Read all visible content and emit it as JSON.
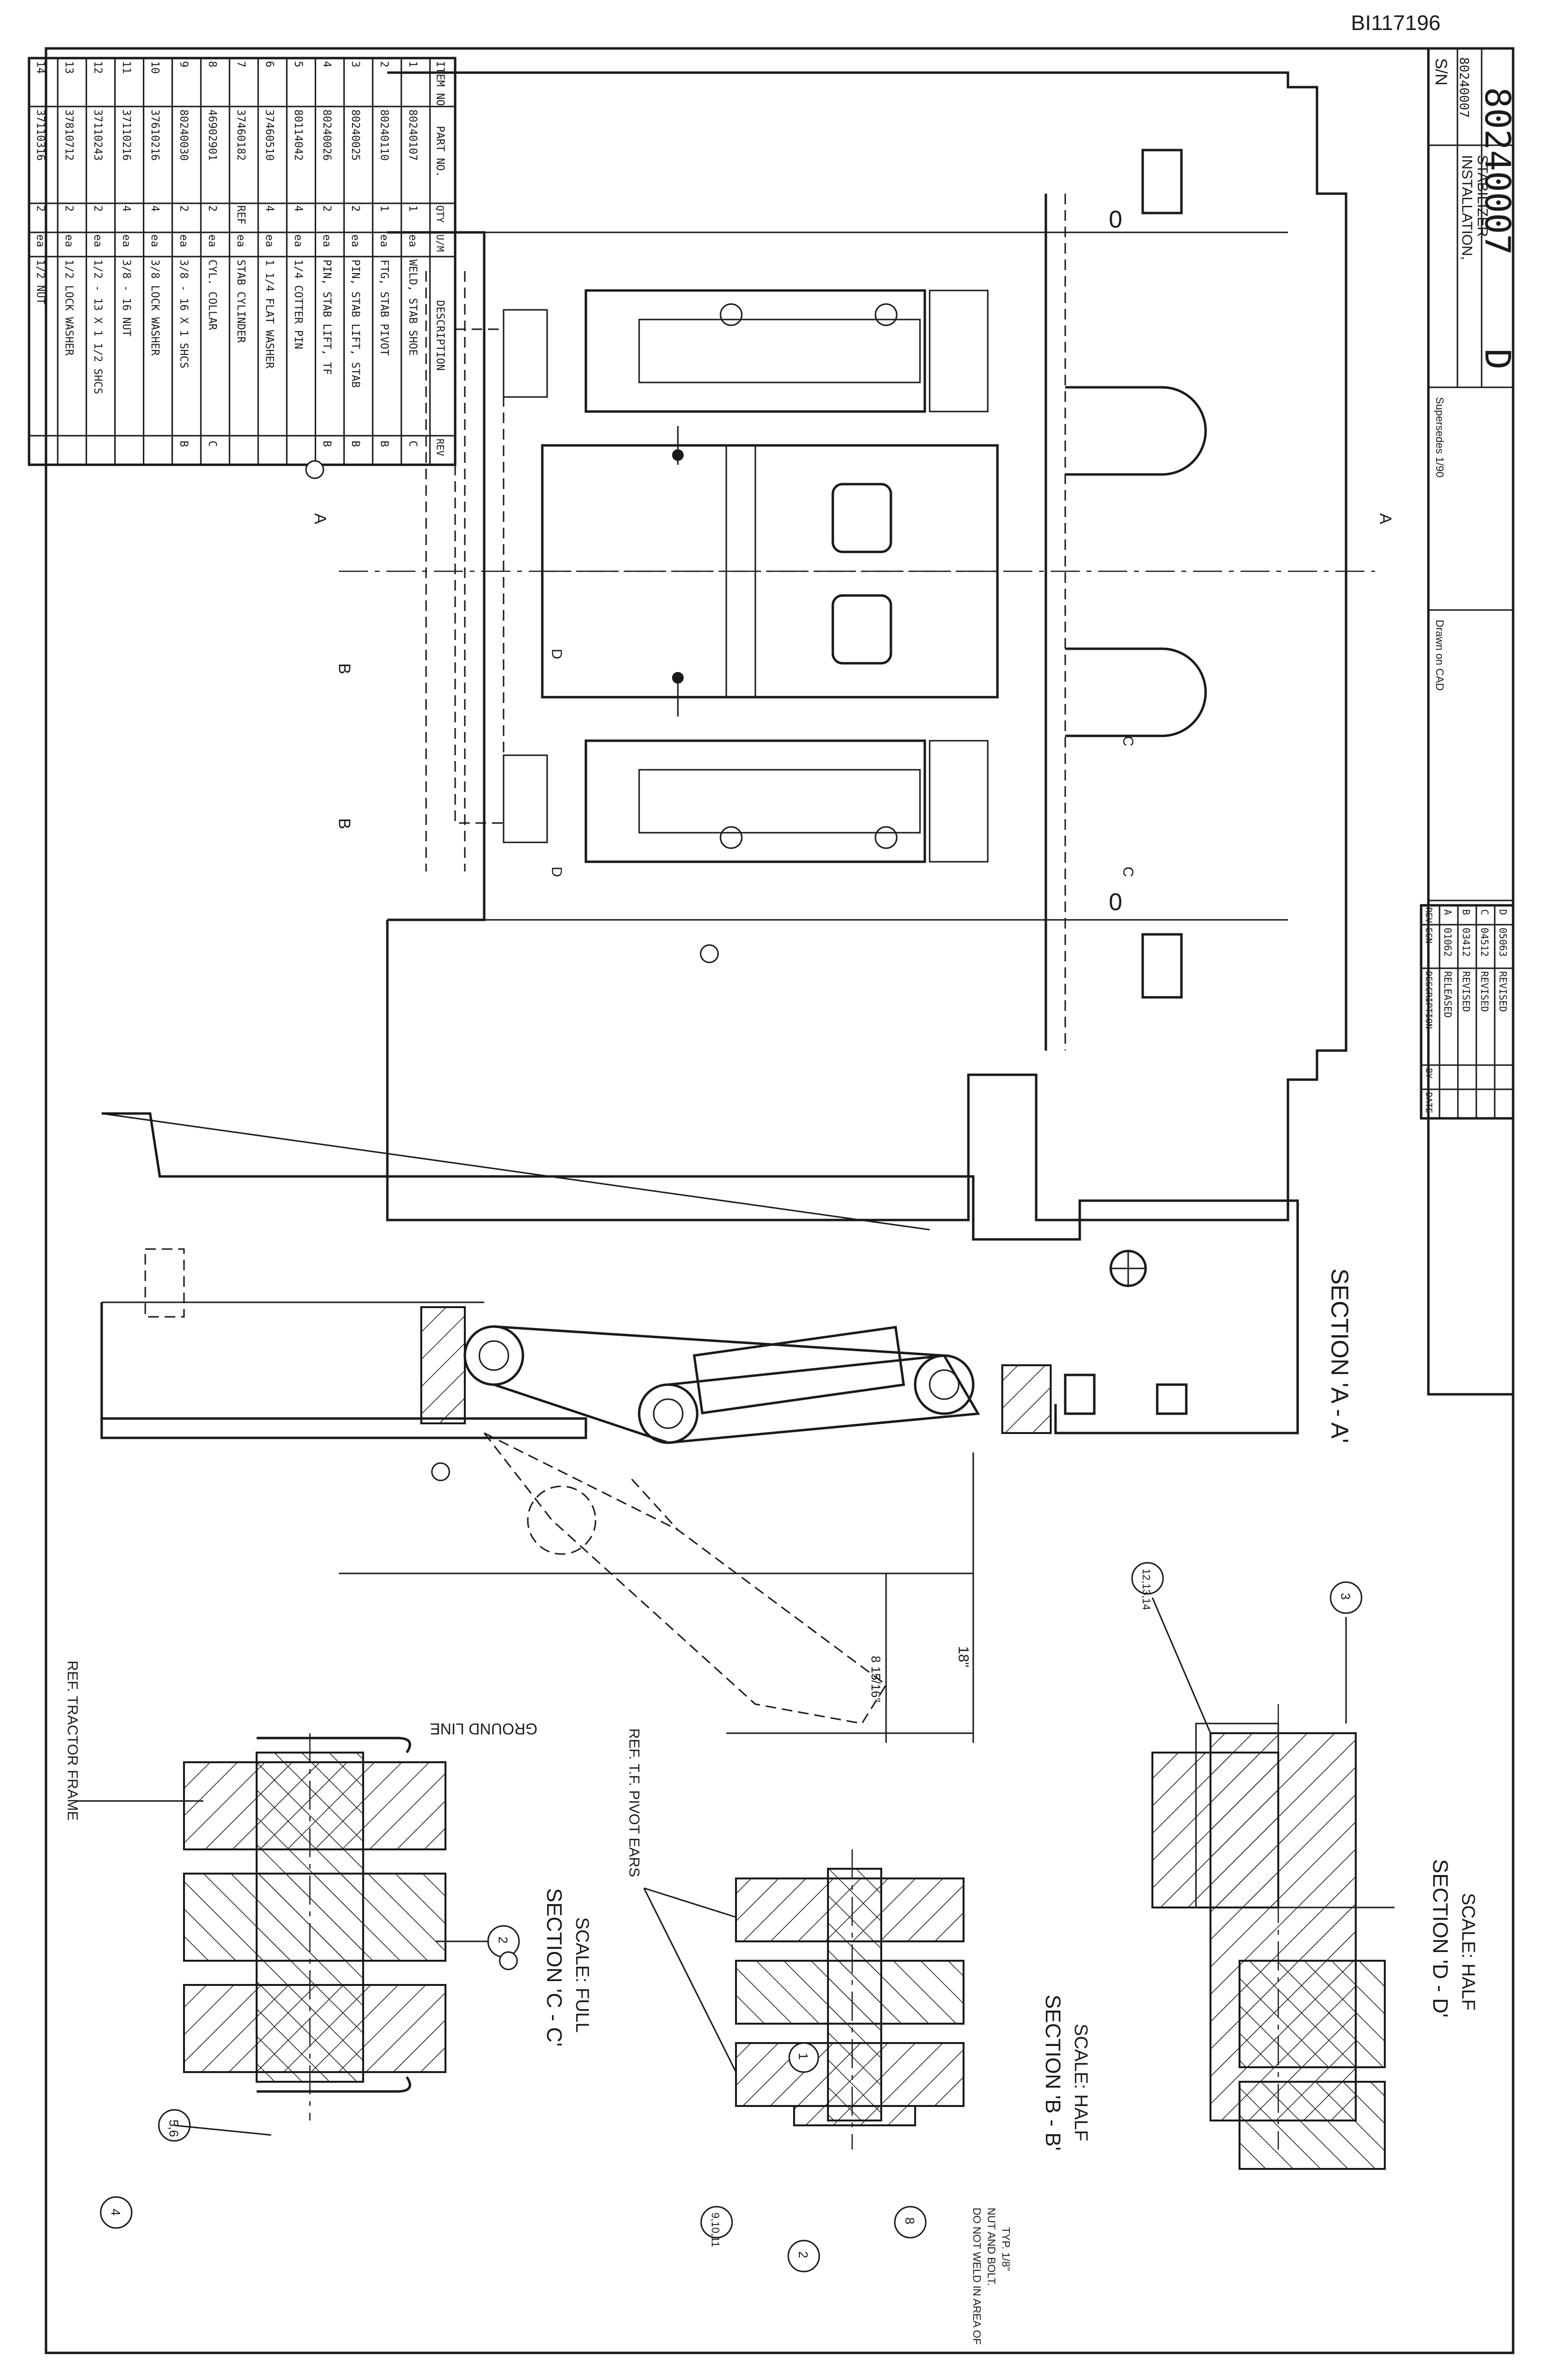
{
  "document": {
    "doc_id": "BI117196",
    "drawing_number": "80240007",
    "revision": "D",
    "title_block": {
      "sn_label": "S/N",
      "title": "INSTALLATION, STABILIZER",
      "title_lines": [
        "INSTALLATION,",
        "STABILIZER"
      ],
      "drawn_by": "Drawn on CAD",
      "supersedes": "Supersedes 1/90"
    }
  },
  "parts_list": {
    "headers": [
      "ITEM NO",
      "PART NO.",
      "QTY",
      "U/M",
      "DESCRIPTION",
      "REV"
    ],
    "rows": [
      {
        "item": "1",
        "part": "80240107",
        "qty": "1",
        "um": "ea",
        "desc": "WELD, STAB SHOE",
        "rev": "C"
      },
      {
        "item": "2",
        "part": "80240110",
        "qty": "1",
        "um": "ea",
        "desc": "FTG, STAB PIVOT",
        "rev": "B"
      },
      {
        "item": "3",
        "part": "80240025",
        "qty": "2",
        "um": "ea",
        "desc": "PIN, STAB LIFT, STAB",
        "rev": "B"
      },
      {
        "item": "4",
        "part": "80240026",
        "qty": "2",
        "um": "ea",
        "desc": "PIN, STAB LIFT, TF",
        "rev": "B"
      },
      {
        "item": "5",
        "part": "80114042",
        "qty": "4",
        "um": "ea",
        "desc": "1/4 COTTER PIN",
        "rev": ""
      },
      {
        "item": "6",
        "part": "37460510",
        "qty": "4",
        "um": "ea",
        "desc": "1 1/4 FLAT WASHER",
        "rev": ""
      },
      {
        "item": "7",
        "part": "37460182",
        "qty": "REF",
        "um": "ea",
        "desc": "STAB CYLINDER",
        "rev": ""
      },
      {
        "item": "8",
        "part": "46902901",
        "qty": "2",
        "um": "ea",
        "desc": "CYL. COLLAR",
        "rev": "C"
      },
      {
        "item": "9",
        "part": "80240030",
        "qty": "2",
        "um": "ea",
        "desc": "3/8 - 16 X 1 SHCS",
        "rev": "B"
      },
      {
        "item": "10",
        "part": "37610216",
        "qty": "4",
        "um": "ea",
        "desc": "3/8 LOCK WASHER",
        "rev": ""
      },
      {
        "item": "11",
        "part": "37110216",
        "qty": "4",
        "um": "ea",
        "desc": "3/8 - 16 NUT",
        "rev": ""
      },
      {
        "item": "12",
        "part": "37110243",
        "qty": "2",
        "um": "ea",
        "desc": "1/2 - 13 X 1 1/2 SHCS",
        "rev": ""
      },
      {
        "item": "13",
        "part": "37810712",
        "qty": "2",
        "um": "ea",
        "desc": "1/2 LOCK WASHER",
        "rev": ""
      },
      {
        "item": "14",
        "part": "37110316",
        "qty": "2",
        "um": "ea",
        "desc": "1/2 NUT",
        "rev": ""
      }
    ]
  },
  "revision_block": {
    "headers": [
      "REV",
      "ECN",
      "DESCRIPTION",
      "BY",
      "DATE"
    ],
    "rows": [
      {
        "rev": "D",
        "ecn": "05063",
        "desc": "REVISED",
        "by": "",
        "date": ""
      },
      {
        "rev": "C",
        "ecn": "04512",
        "desc": "REVISED",
        "by": "",
        "date": ""
      },
      {
        "rev": "B",
        "ecn": "03412",
        "desc": "REVISED",
        "by": "",
        "date": ""
      },
      {
        "rev": "A",
        "ecn": "01062",
        "desc": "RELEASED",
        "by": "",
        "date": ""
      }
    ]
  },
  "views": {
    "section_aa": "SECTION 'A - A'",
    "section_cc": "SECTION 'C - C'",
    "section_cc_scale": "SCALE: FULL",
    "section_bb": "SECTION 'B - B'",
    "section_bb_scale": "SCALE: HALF",
    "section_dd": "SECTION 'D - D'",
    "section_dd_scale": "SCALE: HALF"
  },
  "annotations": {
    "ground_line": "GROUND LINE",
    "dim_18": "18\"",
    "dim_8": "8 15/16\"",
    "ref_tractor_frame": "REF. TRACTOR FRAME",
    "ref_tf_pivot_ears": "REF. T.F. PIVOT EARS",
    "weld_note_1": "DO NOT WELD IN AREA OF",
    "weld_note_2": "NUT AND BOLT.",
    "weld_note_3": "TYP. 1/8\""
  },
  "section_markers": {
    "a": "A",
    "b": "B",
    "c": "C",
    "d": "D"
  },
  "balloons": {
    "b1": "1",
    "b2": "2",
    "b3": "3",
    "b4": "4",
    "b5": "5",
    "b6": "6",
    "b8": "8",
    "b9": "9",
    "b10": "10",
    "b11": "11",
    "b12": "12",
    "b13": "13",
    "b14": "14",
    "b56": "5,6",
    "b91011": "9,10,11",
    "b121314": "12,13,14"
  }
}
